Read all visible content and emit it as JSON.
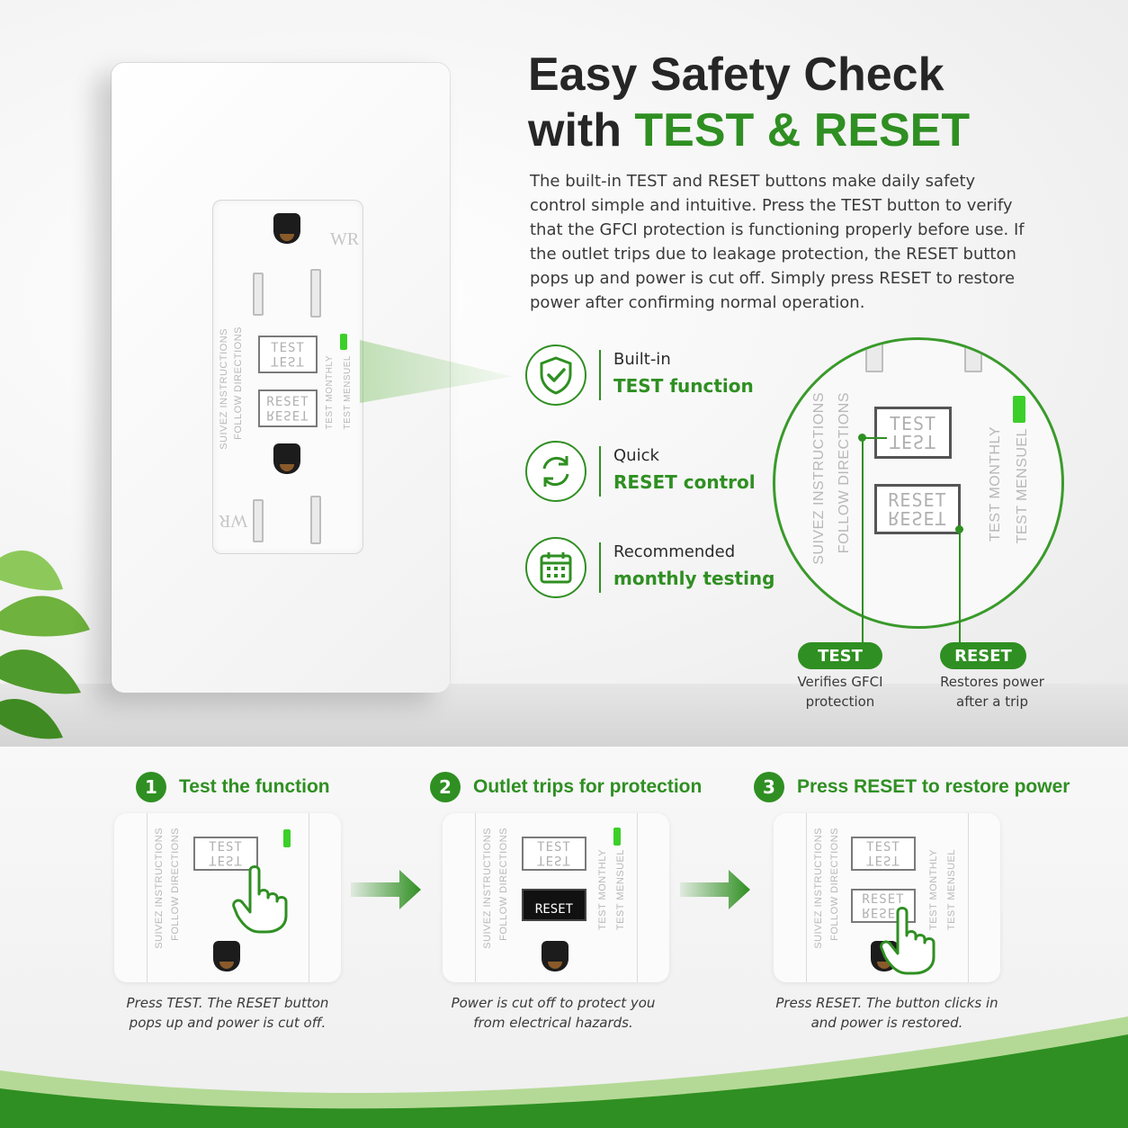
{
  "headline": {
    "line1": "Easy Safety Check",
    "line2_prefix": "with ",
    "line2_accent": "TEST & RESET"
  },
  "intro": "The built-in TEST and RESET buttons make daily safety control simple and intuitive. Press the TEST button to verify that the GFCI protection is functioning properly before use. If the outlet trips due to leakage protection, the RESET button pops up and power is cut off. Simply press RESET to restore power after confirming normal operation.",
  "features": [
    {
      "icon": "shield-check-icon",
      "line1": "Built-in",
      "line2": "TEST function"
    },
    {
      "icon": "refresh-icon",
      "line1": "Quick",
      "line2": "RESET control"
    },
    {
      "icon": "calendar-icon",
      "line1": "Recommended",
      "line2": "monthly testing"
    }
  ],
  "outlet": {
    "wr_mark": "WR",
    "test_label": "TEST",
    "reset_label": "RESET",
    "left_text_1": "FOLLOW DIRECTIONS",
    "left_text_2": "SUIVEZ INSTRUCTIONS",
    "right_text_1": "TEST MONTHLY",
    "right_text_2": "TEST MENSUEL"
  },
  "callouts": {
    "test": {
      "label": "TEST",
      "caption_1": "Verifies GFCI",
      "caption_2": "protection"
    },
    "reset": {
      "label": "RESET",
      "caption_1": "Restores power",
      "caption_2": "after a trip"
    }
  },
  "steps": [
    {
      "num": "1",
      "title": "Test the function",
      "caption_1": "Press TEST. The RESET button",
      "caption_2": "pops up and power is cut off."
    },
    {
      "num": "2",
      "title": "Outlet trips for protection",
      "caption_1": "Power is cut off to protect you",
      "caption_2": "from electrical hazards."
    },
    {
      "num": "3",
      "title": "Press RESET to restore power",
      "caption_1": "Press RESET. The button clicks in",
      "caption_2": "and power is restored."
    }
  ],
  "colors": {
    "accent": "#2f8f22",
    "led": "#3ccf2a",
    "text": "#2b2b2b"
  }
}
